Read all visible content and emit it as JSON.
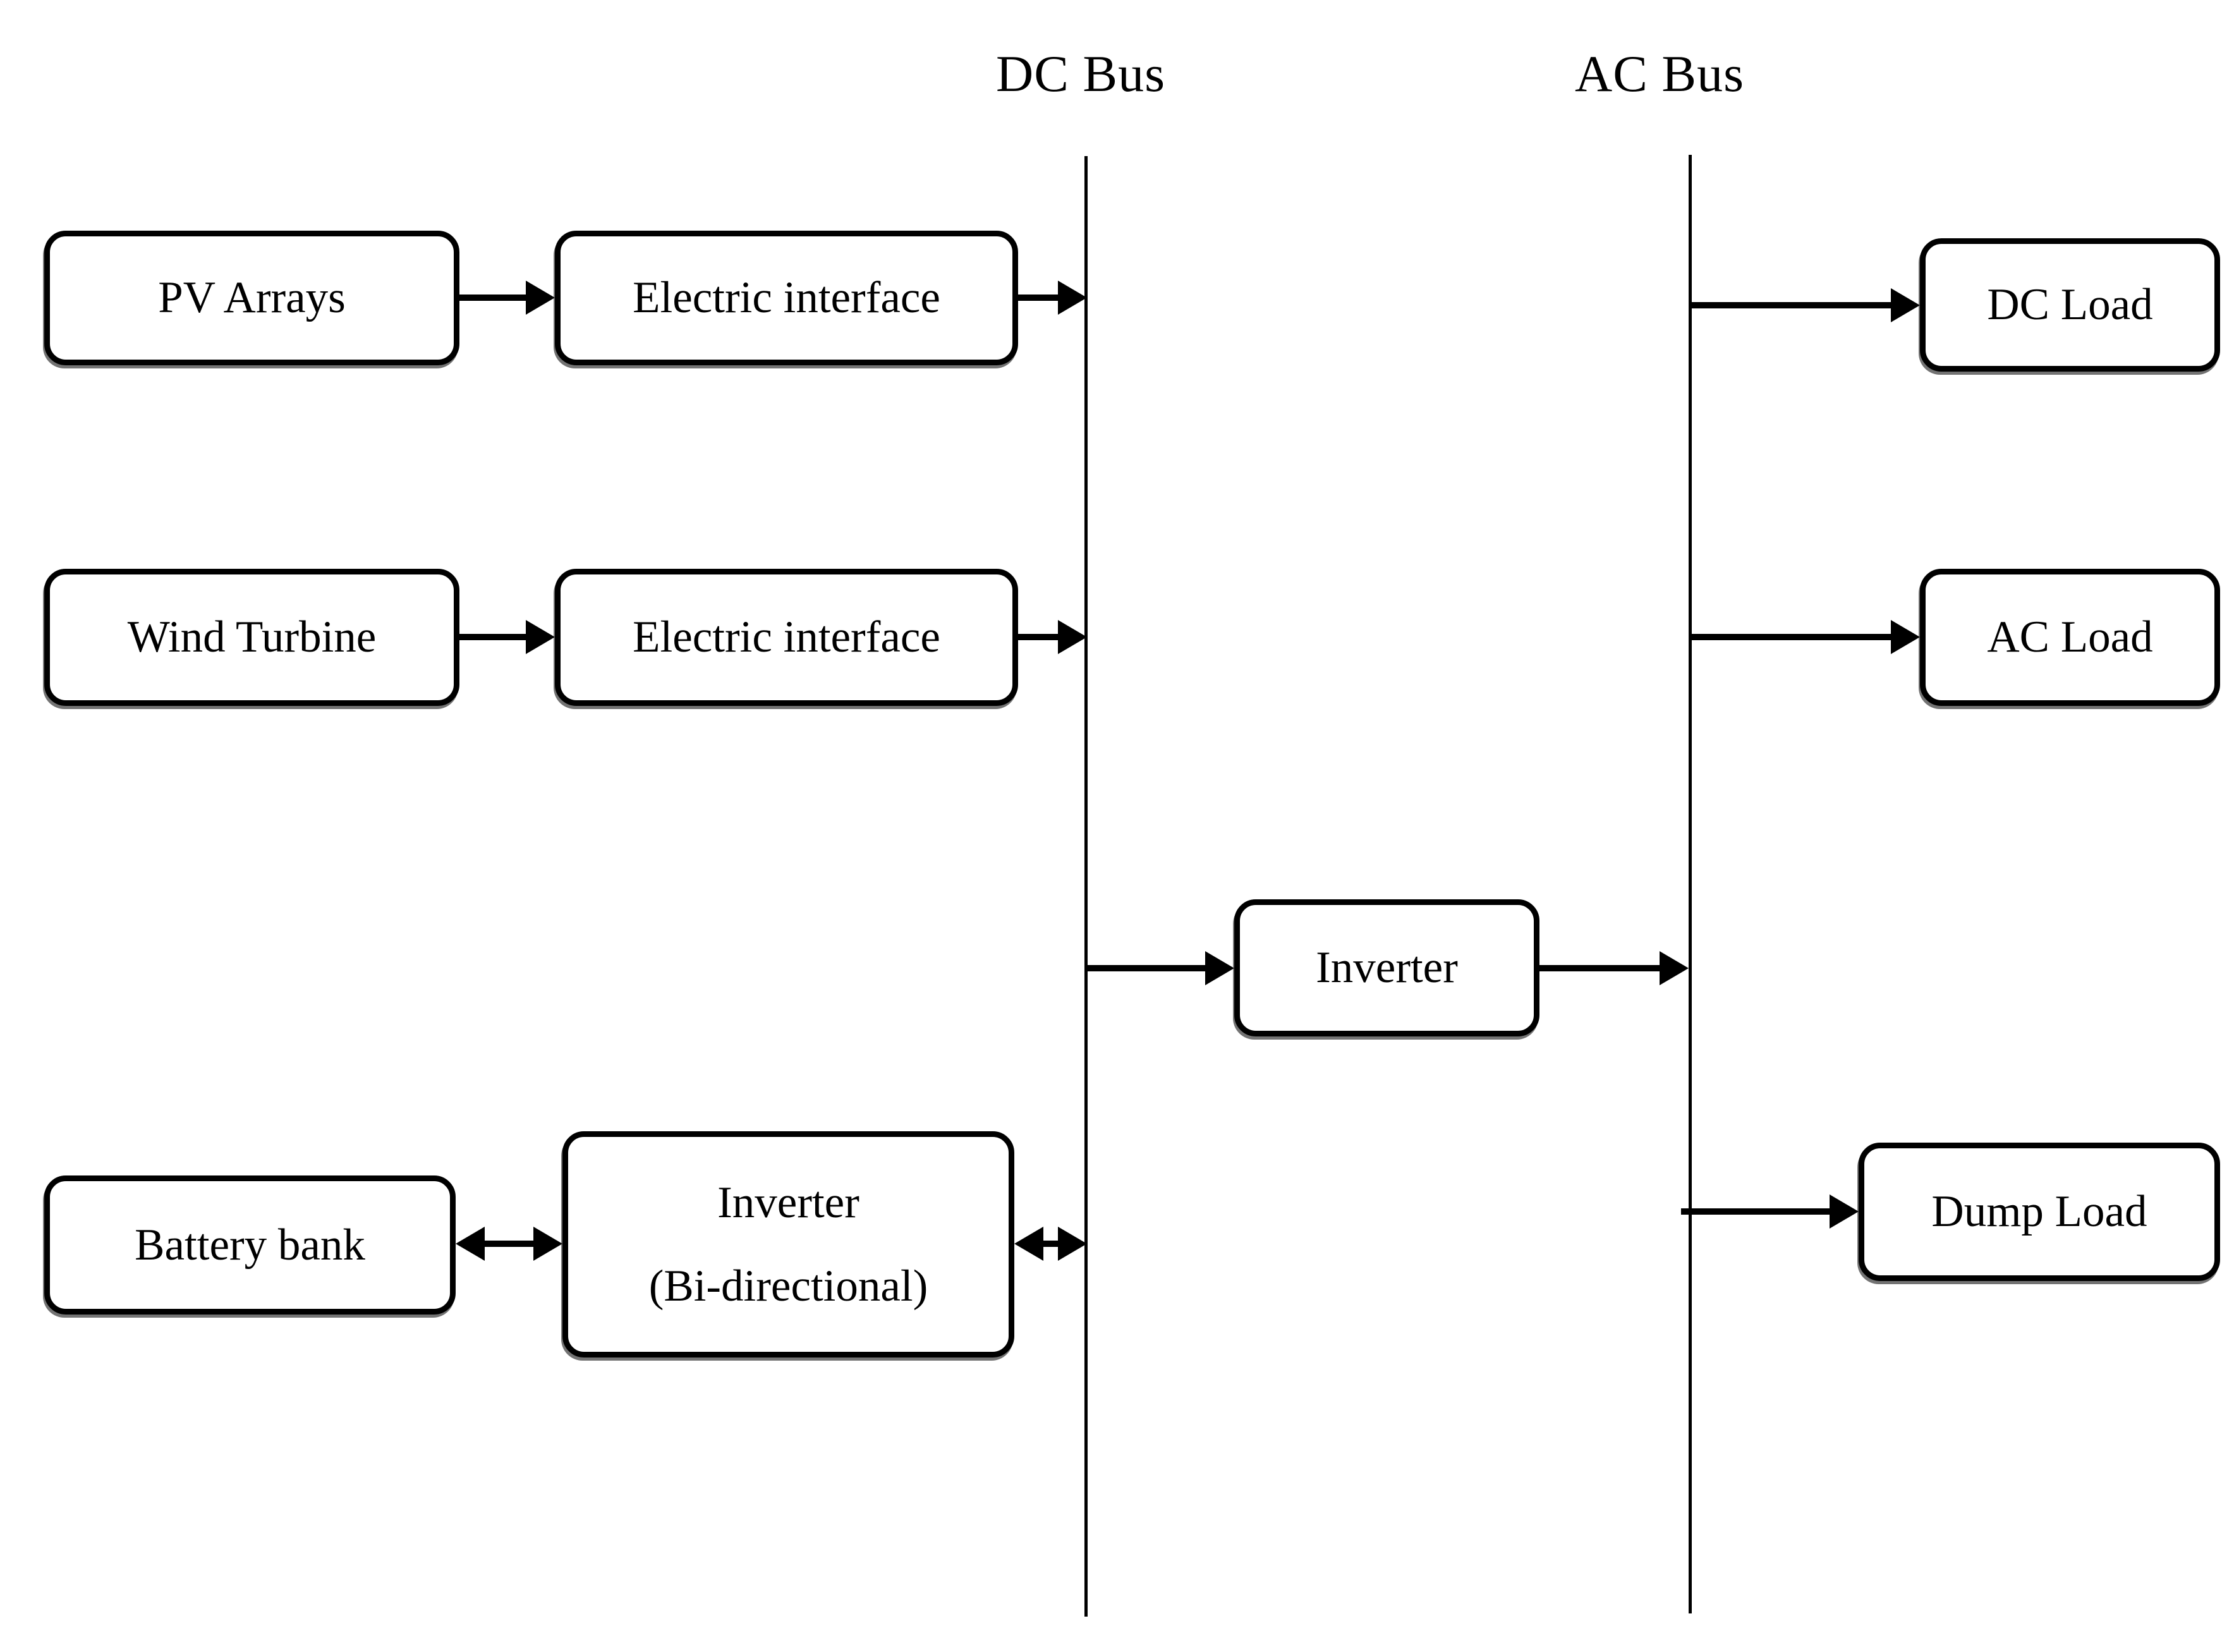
{
  "buses": {
    "dc": {
      "label": "DC Bus"
    },
    "ac": {
      "label": "AC Bus"
    }
  },
  "nodes": {
    "pv_arrays": {
      "label": "PV Arrays"
    },
    "electric_interface_pv": {
      "label": "Electric interface"
    },
    "wind_turbine": {
      "label": "Wind Turbine"
    },
    "electric_interface_wind": {
      "label": "Electric interface"
    },
    "inverter": {
      "label": "Inverter"
    },
    "battery_bank": {
      "label": "Battery bank"
    },
    "inverter_bidirectional": {
      "line1": "Inverter",
      "line2": "(Bi-directional)"
    },
    "dc_load": {
      "label": "DC Load"
    },
    "ac_load": {
      "label": "AC Load"
    },
    "dump_load": {
      "label": "Dump Load"
    }
  },
  "edges": [
    {
      "from": "PV Arrays",
      "to": "Electric interface",
      "type": "arrow"
    },
    {
      "from": "Electric interface",
      "to": "DC Bus",
      "type": "arrow"
    },
    {
      "from": "Wind Turbine",
      "to": "Electric interface",
      "type": "arrow"
    },
    {
      "from": "Electric interface",
      "to": "DC Bus",
      "type": "arrow"
    },
    {
      "from": "DC Bus",
      "to": "Inverter",
      "type": "arrow"
    },
    {
      "from": "Inverter",
      "to": "AC Bus",
      "type": "arrow"
    },
    {
      "from": "AC Bus",
      "to": "DC Load",
      "type": "arrow"
    },
    {
      "from": "AC Bus",
      "to": "AC Load",
      "type": "arrow"
    },
    {
      "from": "AC Bus",
      "to": "Dump Load",
      "type": "arrow"
    },
    {
      "from": "Battery bank",
      "to": "Inverter (Bi-directional)",
      "type": "double-arrow"
    },
    {
      "from": "Inverter (Bi-directional)",
      "to": "DC Bus",
      "type": "double-arrow"
    }
  ],
  "colors": {
    "line": "#000000",
    "background": "#ffffff"
  }
}
